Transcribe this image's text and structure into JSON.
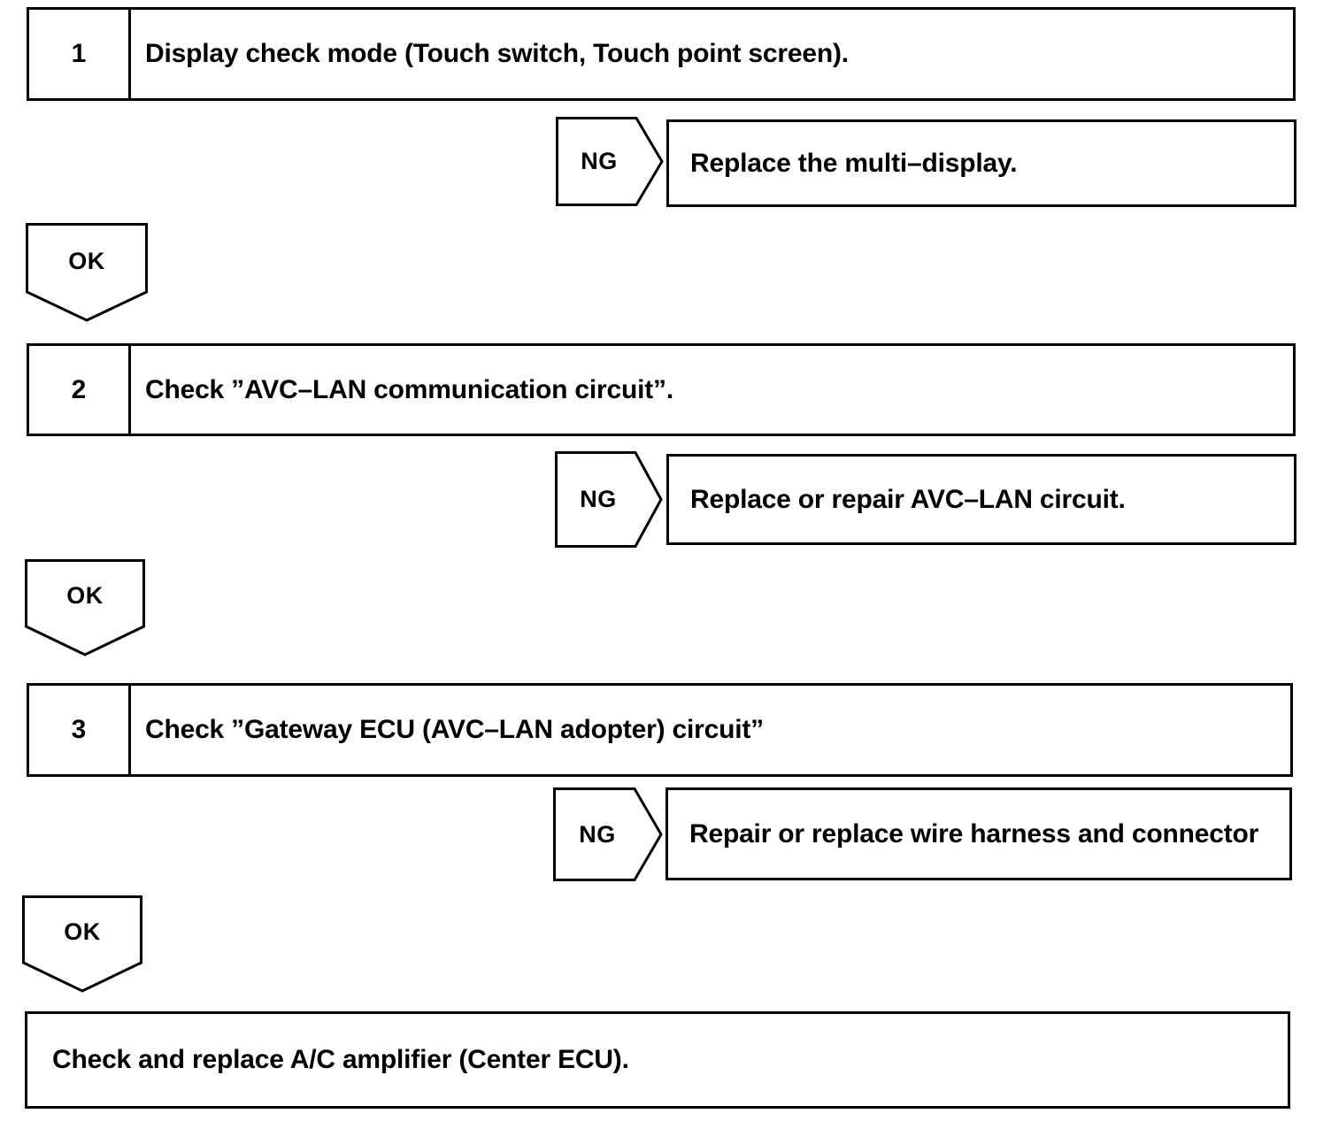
{
  "diagram": {
    "type": "troubleshooting-flowchart",
    "title": "",
    "steps": [
      {
        "number": "1",
        "text": "Display check mode (Touch switch, Touch point screen).",
        "ng": {
          "label": "NG",
          "result": "Replace the multi–display."
        },
        "ok": {
          "label": "OK"
        }
      },
      {
        "number": "2",
        "text": "Check ”AVC–LAN communication circuit”.",
        "ng": {
          "label": "NG",
          "result": "Replace or repair AVC–LAN circuit."
        },
        "ok": {
          "label": "OK"
        }
      },
      {
        "number": "3",
        "text": "Check ”Gateway ECU (AVC–LAN adopter) circuit”",
        "ng": {
          "label": "NG",
          "result": "Repair or replace wire harness and connector"
        },
        "ok": {
          "label": "OK"
        }
      }
    ],
    "final": {
      "text": "Check and replace A/C amplifier (Center ECU)."
    },
    "colors": {
      "stroke": "#000000",
      "fill": "#ffffff",
      "text": "#000000"
    }
  }
}
